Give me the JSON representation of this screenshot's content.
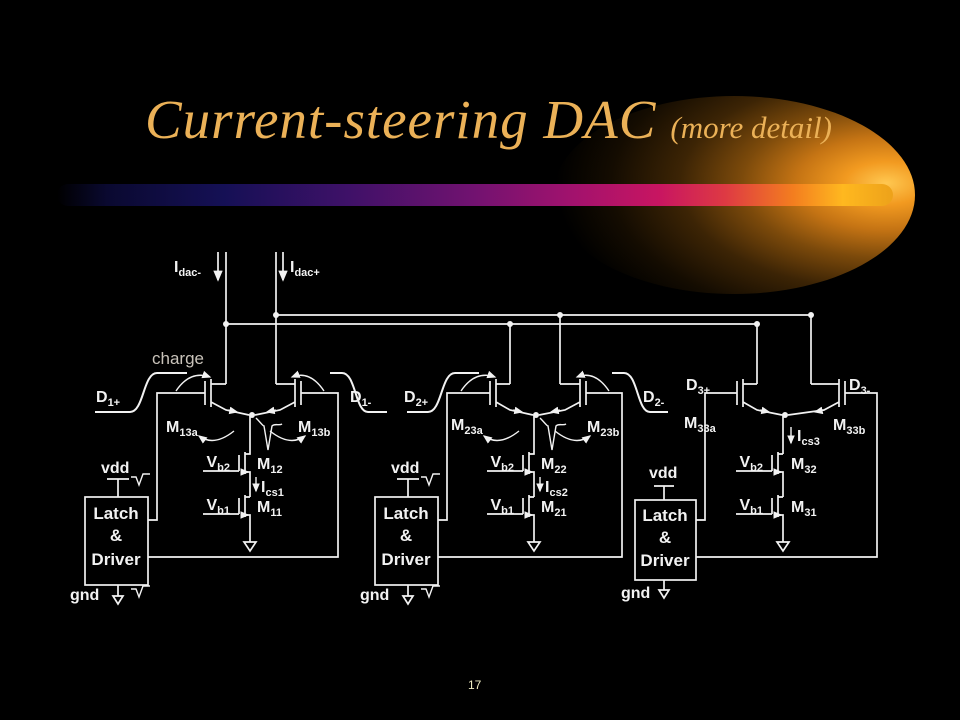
{
  "slide": {
    "title": "Current-steering DAC",
    "title_detail": "(more detail)",
    "page_number": "17"
  },
  "colors": {
    "background": "#000000",
    "title_gold": "#ebb157",
    "wire_white": "#f2f2f2",
    "charge_gray": "#c9c3ba",
    "page_yellow": "#f0eec3",
    "swoosh_navy": "#151055",
    "swoosh_magenta": "#c81561",
    "swoosh_orange": "#ffb81f"
  },
  "circuit": {
    "charge_label": "charge",
    "outputs": {
      "idac_minus": {
        "main": "I",
        "sub": "dac-"
      },
      "idac_plus": {
        "main": "I",
        "sub": "dac+"
      }
    },
    "cells": [
      {
        "d_plus": {
          "main": "D",
          "sub": "1+"
        },
        "d_minus": {
          "main": "D",
          "sub": "1-"
        },
        "m_switch_a": {
          "main": "M",
          "sub": "13a"
        },
        "m_switch_b": {
          "main": "M",
          "sub": "13b"
        },
        "v_bias2": {
          "main": "V",
          "sub": "b2"
        },
        "v_bias1": {
          "main": "V",
          "sub": "b1"
        },
        "m_cascode": {
          "main": "M",
          "sub": "12"
        },
        "m_source": {
          "main": "M",
          "sub": "11"
        },
        "i_cs": {
          "main": "I",
          "sub": "cs1"
        },
        "latch_line1": "Latch",
        "latch_line2": "&",
        "latch_line3": "Driver",
        "vdd": "vdd",
        "gnd": "gnd"
      },
      {
        "d_plus": {
          "main": "D",
          "sub": "2+"
        },
        "d_minus": {
          "main": "D",
          "sub": "2-"
        },
        "m_switch_a": {
          "main": "M",
          "sub": "23a"
        },
        "m_switch_b": {
          "main": "M",
          "sub": "23b"
        },
        "v_bias2": {
          "main": "V",
          "sub": "b2"
        },
        "v_bias1": {
          "main": "V",
          "sub": "b1"
        },
        "m_cascode": {
          "main": "M",
          "sub": "22"
        },
        "m_source": {
          "main": "M",
          "sub": "21"
        },
        "i_cs": {
          "main": "I",
          "sub": "cs2"
        },
        "latch_line1": "Latch",
        "latch_line2": "&",
        "latch_line3": "Driver",
        "vdd": "vdd",
        "gnd": "gnd"
      },
      {
        "d_plus": {
          "main": "D",
          "sub": "3+"
        },
        "d_minus": {
          "main": "D",
          "sub": "3-"
        },
        "m_switch_a": {
          "main": "M",
          "sub": "33a"
        },
        "m_switch_b": {
          "main": "M",
          "sub": "33b"
        },
        "v_bias2": {
          "main": "V",
          "sub": "b2"
        },
        "v_bias1": {
          "main": "V",
          "sub": "b1"
        },
        "m_cascode": {
          "main": "M",
          "sub": "32"
        },
        "m_source": {
          "main": "M",
          "sub": "31"
        },
        "i_cs": {
          "main": "I",
          "sub": "cs3"
        },
        "latch_line1": "Latch",
        "latch_line2": "&",
        "latch_line3": "Driver",
        "vdd": "vdd",
        "gnd": "gnd"
      }
    ]
  }
}
